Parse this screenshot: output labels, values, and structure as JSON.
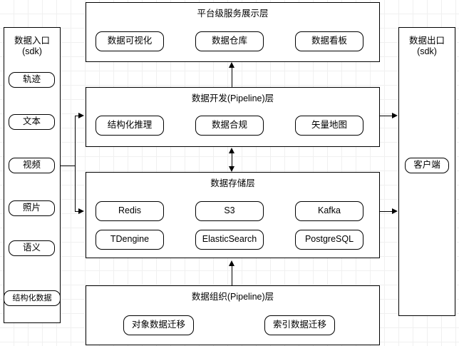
{
  "diagram": {
    "title_visible": false,
    "colors": {
      "stroke": "#000000",
      "background": "#ffffff",
      "grid": "#f0f0f0"
    }
  },
  "input_panel": {
    "title": "数据入口\n(sdk)",
    "items": [
      {
        "label": "轨迹"
      },
      {
        "label": "文本"
      },
      {
        "label": "视频"
      },
      {
        "label": "照片"
      },
      {
        "label": "语义"
      },
      {
        "label": "结构化数据"
      }
    ]
  },
  "output_panel": {
    "title": "数据出口\n(sdk)",
    "items": [
      {
        "label": "客户端"
      }
    ]
  },
  "layers": [
    {
      "id": "platform-service-presentation-layer",
      "title": "平台级服务展示层",
      "items": [
        {
          "label": "数据可视化"
        },
        {
          "label": "数据仓库"
        },
        {
          "label": "数据看板"
        }
      ]
    },
    {
      "id": "data-development-pipeline-layer",
      "title": "数据开发(Pipeline)层",
      "items": [
        {
          "label": "结构化推理"
        },
        {
          "label": "数据合规"
        },
        {
          "label": "矢量地图"
        }
      ]
    },
    {
      "id": "data-storage-layer",
      "title": "数据存储层",
      "items": [
        {
          "label": "Redis"
        },
        {
          "label": "S3"
        },
        {
          "label": "Kafka"
        },
        {
          "label": "TDengine"
        },
        {
          "label": "ElasticSearch"
        },
        {
          "label": "PostgreSQL"
        }
      ]
    },
    {
      "id": "data-organization-pipeline-layer",
      "title": "数据组织(Pipeline)层",
      "items": [
        {
          "label": "对象数据迁移"
        },
        {
          "label": "索引数据迁移"
        }
      ]
    }
  ],
  "connectors": [
    {
      "name": "development-to-presentation",
      "direction": "up"
    },
    {
      "name": "storage-to-development",
      "direction": "bidirectional"
    },
    {
      "name": "organization-to-storage",
      "direction": "up"
    },
    {
      "name": "input-to-development",
      "direction": "right"
    },
    {
      "name": "input-to-storage",
      "direction": "right"
    },
    {
      "name": "development-to-output",
      "direction": "right"
    },
    {
      "name": "storage-to-output",
      "direction": "right"
    }
  ]
}
